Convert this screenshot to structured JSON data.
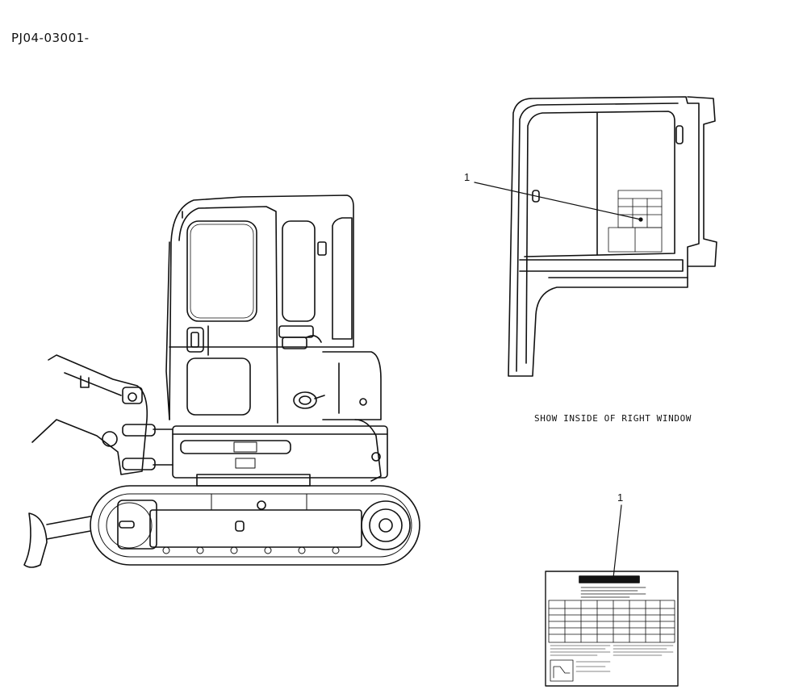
{
  "drawing_code": "PJ04-03001-",
  "window_view_caption": "SHOW INSIDE OF RIGHT WINDOW",
  "callouts": [
    {
      "label": "1"
    },
    {
      "label": "1"
    }
  ],
  "colors": {
    "ink": "#111111",
    "background": "#ffffff"
  }
}
